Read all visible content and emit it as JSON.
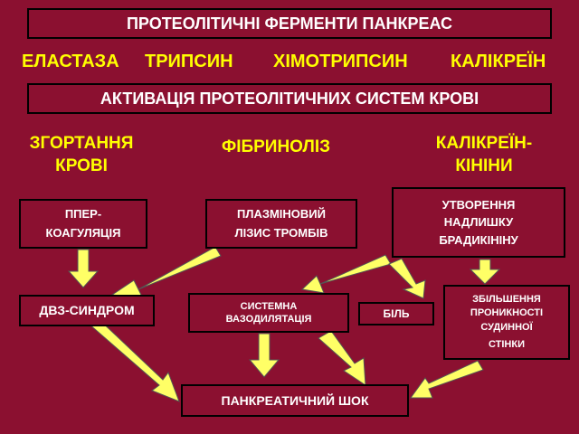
{
  "title": "ПРОТЕОЛІТИЧНІ ФЕРМЕНТИ ПАНКРЕАС",
  "enzymes": [
    "ЕЛАСТАЗА",
    "ТРИПСИН",
    "ХІМОТРИПСИН",
    "КАЛІКРЕЇН"
  ],
  "activation": "АКТИВАЦІЯ ПРОТЕОЛІТИЧНИХ СИСТЕМ КРОВІ",
  "systems": {
    "coagulation": [
      "ЗГОРТАННЯ",
      "КРОВІ"
    ],
    "fibrinolysis": "ФІБРИНОЛІЗ",
    "kallikrein": [
      "КАЛІКРЕЇН-",
      "КІНІНИ"
    ]
  },
  "boxes": {
    "hypercoag": [
      "ППЕР-",
      "КОАГУЛЯЦІЯ"
    ],
    "plasmin": [
      "ПЛАЗМІНОВИЙ",
      "ЛІЗИС ТРОМБІВ"
    ],
    "bradykinin": [
      "УТВОРЕННЯ",
      "НАДЛИШКУ",
      "БРАДИКІНІНУ"
    ],
    "dic": "ДВЗ-СИНДРОМ",
    "vasodilation": [
      "СИСТЕМНА",
      "ВАЗОДИЛЯТАЦІЯ"
    ],
    "pain": "БІЛЬ",
    "permeability": [
      "ЗБІЛЬШЕННЯ",
      "ПРОНИКНОСТІ",
      "СУДИННОЇ",
      "СТІНКИ"
    ],
    "shock": "ПАНКРЕАТИЧНИЙ ШОК"
  },
  "colors": {
    "background": "#8b1030",
    "label": "#ffff00",
    "box_border": "#000000",
    "box_text": "#ffffff",
    "arrow": "#ffff66"
  }
}
